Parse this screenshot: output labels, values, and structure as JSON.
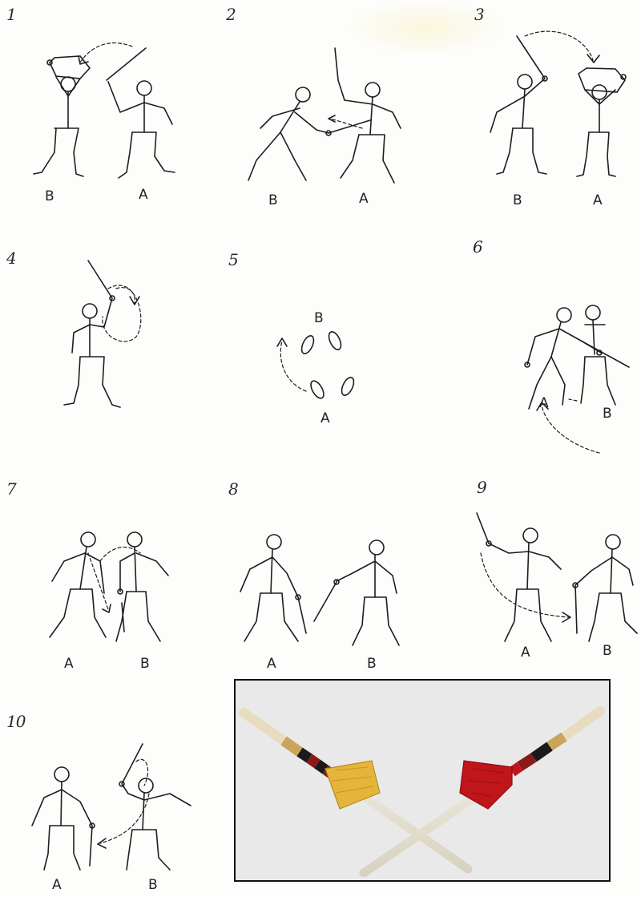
{
  "panels": [
    {
      "number": "1",
      "labels": [
        "B",
        "A"
      ]
    },
    {
      "number": "2",
      "labels": [
        "B",
        "A"
      ]
    },
    {
      "number": "3",
      "labels": [
        "B",
        "A"
      ]
    },
    {
      "number": "4",
      "labels": []
    },
    {
      "number": "5",
      "labels": [
        "B",
        "A"
      ]
    },
    {
      "number": "6",
      "labels": [
        "A",
        "B"
      ]
    },
    {
      "number": "7",
      "labels": [
        "A",
        "B"
      ]
    },
    {
      "number": "8",
      "labels": [
        "A",
        "B"
      ]
    },
    {
      "number": "9",
      "labels": [
        "A",
        "B"
      ]
    },
    {
      "number": "10",
      "labels": [
        "A",
        "B"
      ]
    }
  ],
  "photo": {
    "items": [
      "stick with yellow tassel",
      "stick with red tassel"
    ],
    "colors": {
      "yellow": "#e3b53a",
      "red": "#c0151b",
      "stick": "#efe9d8",
      "black": "#1a1a1a"
    }
  }
}
